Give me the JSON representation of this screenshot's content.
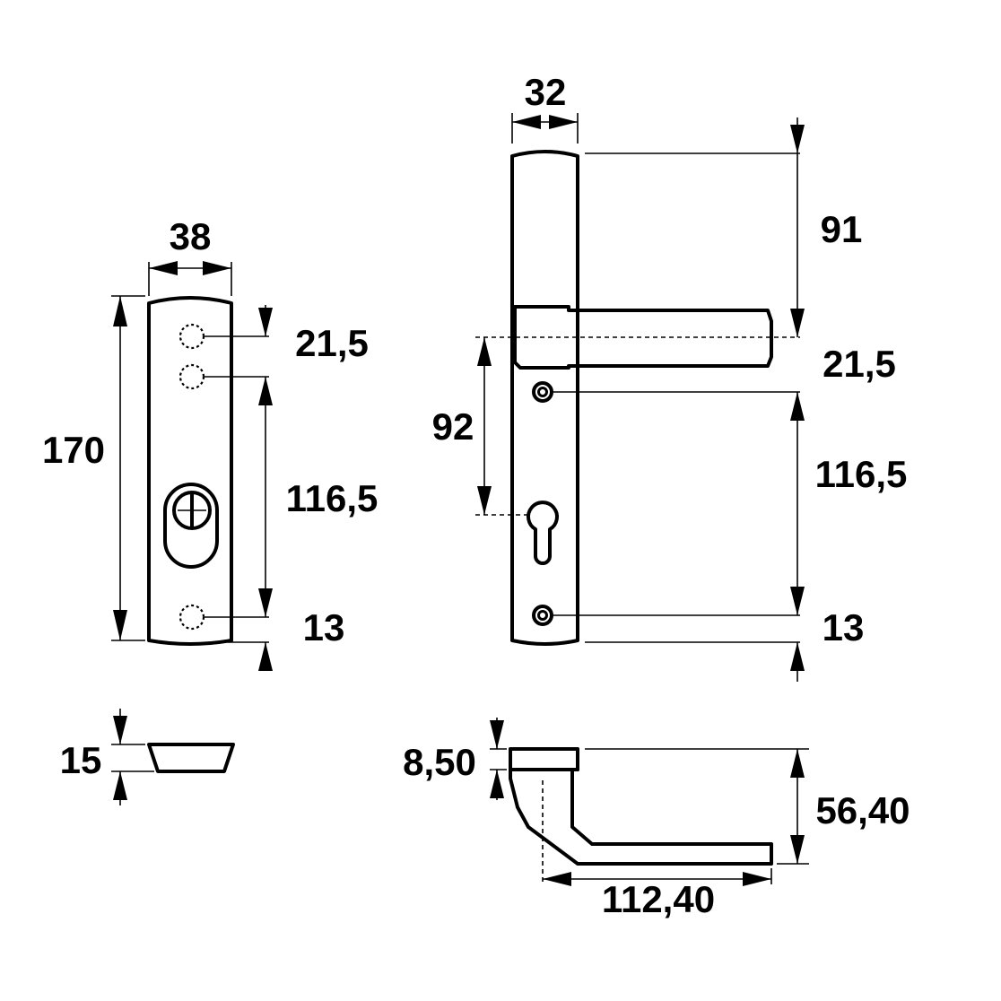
{
  "drawing": {
    "left_plate": {
      "width": "38",
      "height": "170",
      "spacing_top": "21,5",
      "spacing_middle": "116,5",
      "spacing_bottom": "13"
    },
    "left_profile": {
      "thickness": "15"
    },
    "right_plate": {
      "width": "32",
      "top_to_axis": "91",
      "spacing_top": "21,5",
      "axis_to_cylinder": "92",
      "spacing_middle": "116,5",
      "spacing_bottom": "13"
    },
    "lever_profile": {
      "rose_thickness": "8,50",
      "projection": "56,40",
      "length": "112,40"
    }
  }
}
